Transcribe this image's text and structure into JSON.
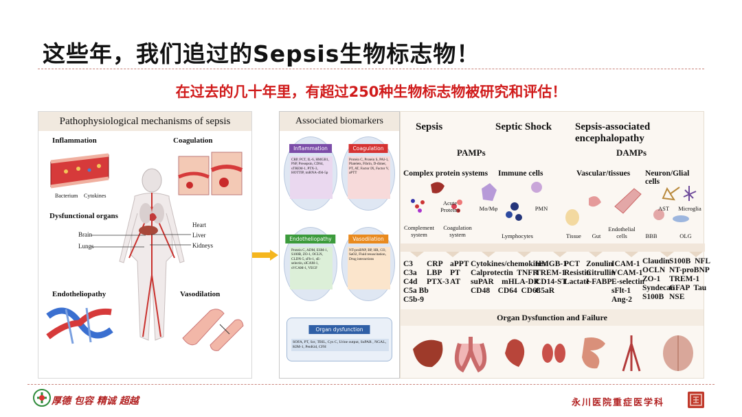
{
  "slide": {
    "title": "这些年，我们追过的Sepsis生物标志物！",
    "subtitle": "在过去的几十年里，有超过250种生物标志物被研究和评估！"
  },
  "left_panel": {
    "heading": "Pathophysiological mechanisms of sepsis",
    "inflammation": "Inflammation",
    "coagulation": "Coagulation",
    "bacterium": "Bacterium",
    "cytokines": "Cytokines",
    "dysfunctional_organs": "Dysfunctional organs",
    "brain": "Brain",
    "lungs": "Lungs",
    "heart": "Heart",
    "liver": "Liver",
    "kidneys": "Kidneys",
    "endotheliopathy": "Endotheliopathy",
    "vasodilation": "Vasodilation"
  },
  "mid_panel": {
    "heading": "Associated biomarkers",
    "inflammation": {
      "tag": "Inflammation",
      "text": "CRP, PCT, IL-6, HMGB1, PSP, Presepsin, CD64, sTREM-1, PTX-3, HOTTIP, miRNA-494-5p"
    },
    "coagulation": {
      "tag": "Coagulation",
      "text": "Protein C, Protein S, PAI-1, Platelets, Fibrin, D-dimer, PT, AT, Factor IX, Factor V, aPTT"
    },
    "endotheliopathy": {
      "tag": "Endotheliopathy",
      "text": "Protein C, ADM, ESM-1, S100B, ZO-1, OCLN, CLDN-5, sFlt-1, sE-selectin, sICAM-1, sVCAM-1, VEGF"
    },
    "vasodilation": {
      "tag": "Vasodilation",
      "text": "NT-proBNP, BP, HR, CO, SaO2, Fluid resuscitation, Drug interactions"
    },
    "organ": {
      "tag": "Organ dysfunction",
      "text": "SOFA, PT, Scr, TBIL, Cys C, Urine output, SuPAR , NGAL, KIM-1, PenKid, CFH"
    }
  },
  "right_panel": {
    "sepsis": "Sepsis",
    "septic_shock": "Septic Shock",
    "sae": "Sepsis-associated encephalopathy",
    "pamps": "PAMPs",
    "damps": "DAMPs",
    "complex_protein": "Complex protein systems",
    "immune_cells": "Immune cells",
    "vascular": "Vascular/tissues",
    "neuron": "Neuron/Glial cells",
    "acute_proteins": "Acute Proteins",
    "mo_mphi": "Mo/Mφ",
    "pmn": "PMN",
    "ast": "AST",
    "microglia": "Microglia",
    "complement": "Complement system",
    "coag_system": "Coagulation system",
    "lymphocytes": "Lymphocytes",
    "tissue": "Tissue",
    "gut": "Gut",
    "endo_cells": "Endothelial cells",
    "bbb": "BBB",
    "olg": "OLG",
    "markers": {
      "c1": "C3\nC3a\nC4d\nC5a Bb\nC5b-9",
      "c2": "CRP\nLBP\nPTX-3",
      "c3": "aPPT\nPT\nAT",
      "c4": "Cytokines/chemokines\nCalprotectin  TNFR\nsuPAR    mHLA-DR\nCD48    CD64  CD68",
      "c5": "HMGB-1\nTREM-1\nCD14-ST\nC5aR",
      "c6": "PCT\nResistin\nLactate",
      "c7": "Zonulin\nCitrullin\nI-FABP",
      "c8": "ICAM-1\nVCAM-1\nE-selectin\nsFlt-1\nAng-2",
      "c9": "Claudin\nOCLN\nZO-1\nSyndecan\nS100B",
      "c10": "S100B  NFL\nNT-proBNP\nTREM-1\nGFAP  Tau\nNSE"
    },
    "organ_dysfunction": "Organ Dysfunction and Failure"
  },
  "footer": {
    "motto": "厚德 包容 精诚 超越",
    "department": "永川医院重症医学科"
  },
  "colors": {
    "accent_red": "#d01b1b",
    "footer_red": "#b22222",
    "divider": "#c9837a"
  }
}
